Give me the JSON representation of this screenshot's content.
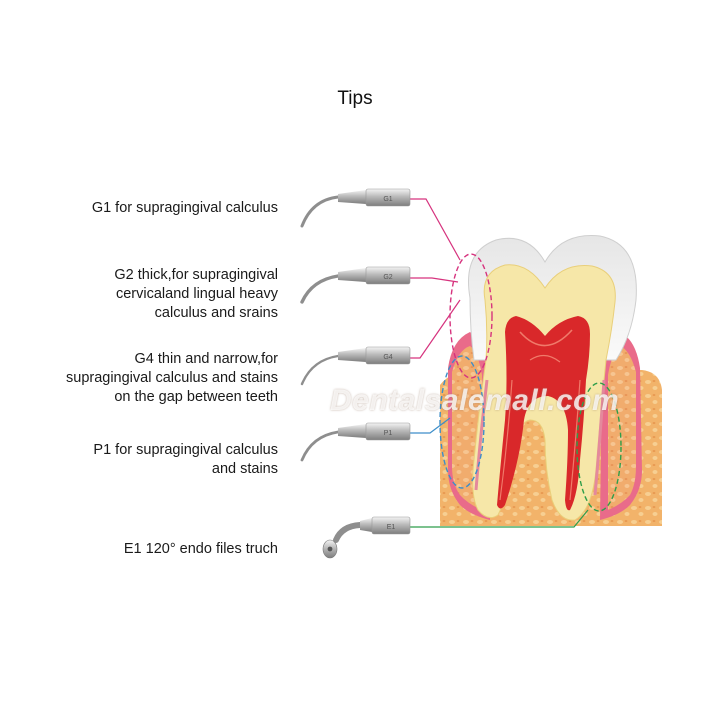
{
  "title": "Tips",
  "tips": [
    {
      "id": "g1",
      "lines": [
        "G1 for supragingival calculus"
      ],
      "engraving": "G1"
    },
    {
      "id": "g2",
      "lines": [
        "G2 thick,for supragingival",
        "cervicaland lingual heavy",
        "calculus and srains"
      ],
      "engraving": "G2"
    },
    {
      "id": "g4",
      "lines": [
        "G4 thin and narrow,for",
        "supragingival calculus and stains",
        "on the gap between teeth"
      ],
      "engraving": "G4"
    },
    {
      "id": "p1",
      "lines": [
        "P1 for supragingival calculus",
        "and stains"
      ],
      "engraving": "P1"
    },
    {
      "id": "e1",
      "lines": [
        "E1 120°  endo files truch"
      ],
      "engraving": "E1"
    }
  ],
  "watermark": "Dentalsalemall.com",
  "colors": {
    "g_connector": "#d6337e",
    "p1_connector": "#3d8ec9",
    "e1_connector": "#2e9e4a",
    "enamel": "#f2f2f2",
    "dentin": "#f6e7a8",
    "pulp": "#d9282a",
    "gum": "#e96b8a",
    "bone": "#f2b36a"
  }
}
